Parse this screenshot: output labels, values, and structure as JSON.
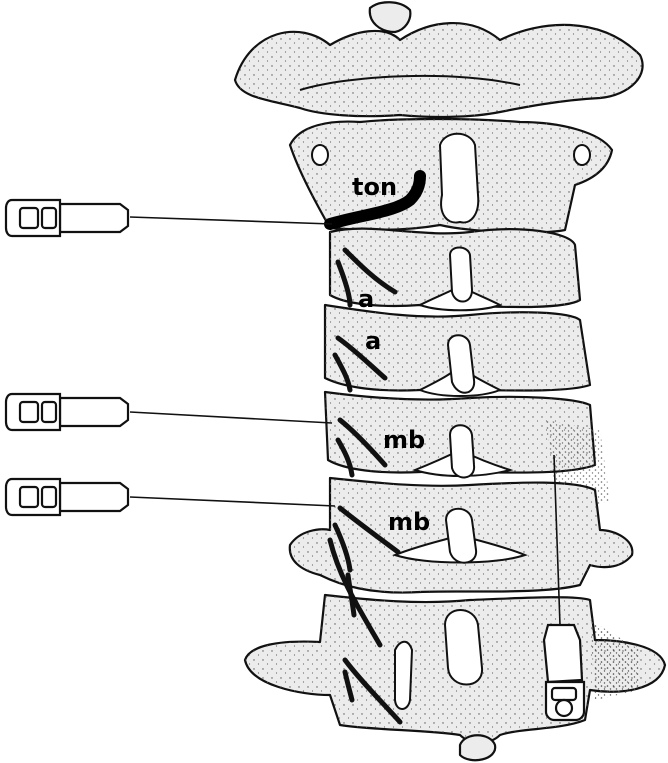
{
  "labels": {
    "ton": "ton",
    "a_upper": "a",
    "a_lower": "a",
    "mb_upper": "mb",
    "mb_lower": "mb"
  }
}
